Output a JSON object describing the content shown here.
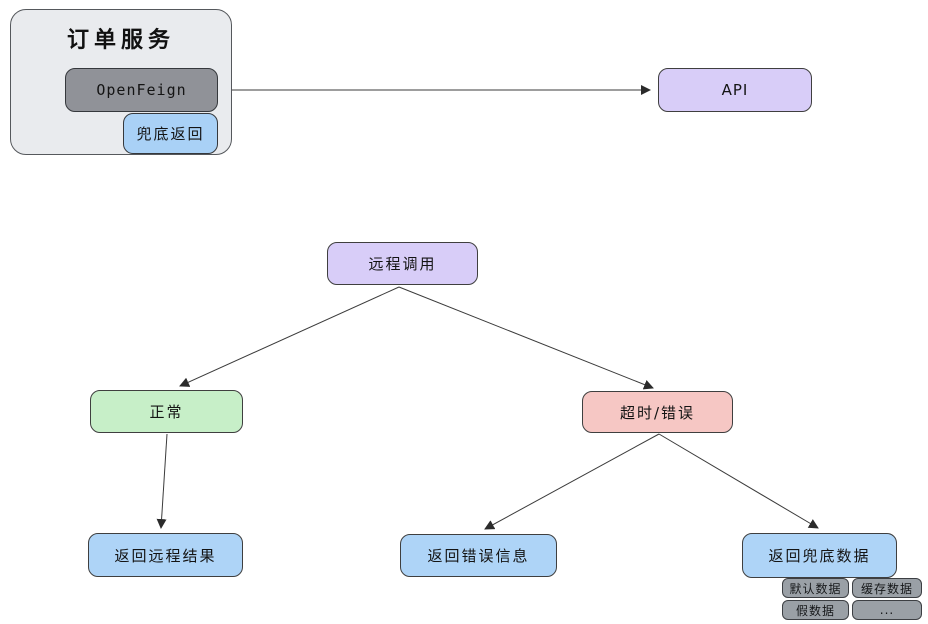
{
  "diagram": {
    "order_service": {
      "title": "订单服务",
      "openfeign_label": "OpenFeign",
      "fallback_label": "兜底返回"
    },
    "api_label": "API",
    "tree": {
      "root": "远程调用",
      "normal": "正常",
      "timeout_error": "超时/错误",
      "return_remote_result": "返回远程结果",
      "return_error_info": "返回错误信息",
      "return_fallback_data": "返回兜底数据",
      "fallback_data_options": [
        "默认数据",
        "缓存数据",
        "假数据",
        "..."
      ]
    },
    "colors": {
      "container_fill": "#e9ebee",
      "openfeign_gray": "#909298",
      "chip_gray": "#9aa0a6",
      "blue_fill": "#aed4f7",
      "purple_fill": "#d8cdf8",
      "green_fill": "#c7efc8",
      "pink_fill": "#f6c7c4",
      "line_stroke": "#3b3b3b"
    }
  }
}
